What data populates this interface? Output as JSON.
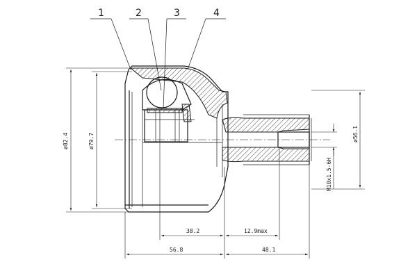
{
  "callouts": [
    {
      "number": "1"
    },
    {
      "number": "2"
    },
    {
      "number": "3"
    },
    {
      "number": "4"
    }
  ],
  "dimensions": {
    "outer_diameter": "ø82.4",
    "inner_diameter": "ø79.7",
    "shaft_diameter": "ø56.1",
    "thread": "M10x1.5-6H",
    "len_38": "38.2",
    "len_129": "12.9max",
    "len_568": "56.8",
    "len_481": "48.1"
  }
}
